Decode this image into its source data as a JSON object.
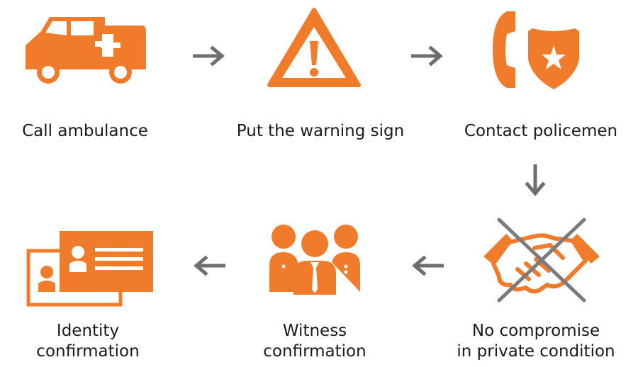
{
  "colors": {
    "accent": "#f07b2a",
    "arrow": "#6d6e71",
    "cross": "#7b7b7b",
    "text": "#1a1a1a"
  },
  "steps": [
    {
      "icon": "ambulance-icon",
      "lines": [
        "Call ambulance"
      ]
    },
    {
      "icon": "warning-sign-icon",
      "lines": [
        "Put the warning sign"
      ]
    },
    {
      "icon": "phone-police-shield-icon",
      "lines": [
        "Contact policemen"
      ]
    },
    {
      "icon": "crossed-handshake-icon",
      "lines": [
        "No compromise",
        "in private condition"
      ]
    },
    {
      "icon": "witnesses-icon",
      "lines": [
        "Witness",
        "confirmation"
      ]
    },
    {
      "icon": "id-cards-icon",
      "lines": [
        "Identity",
        "confirmation"
      ]
    }
  ]
}
